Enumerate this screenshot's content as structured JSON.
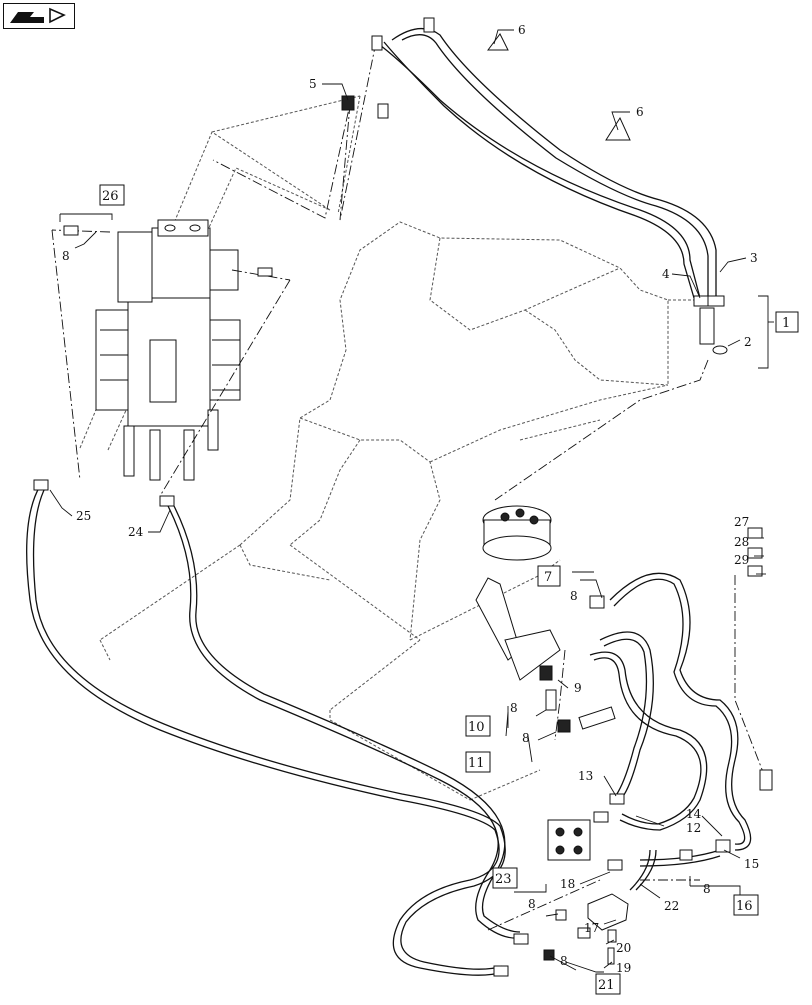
{
  "nav": {
    "icon": "page-arrow-icon"
  },
  "callouts": {
    "c1": "1",
    "c2": "2",
    "c3": "3",
    "c4": "4",
    "c5": "5",
    "c6a": "6",
    "c6b": "6",
    "c7": "7",
    "c8_26": "8",
    "c8_7": "8",
    "c8_10": "8",
    "c8_11": "8",
    "c8_23": "8",
    "c8_16": "8",
    "c8_21": "8",
    "c9": "9",
    "c10": "10",
    "c11": "11",
    "c12": "12",
    "c13": "13",
    "c14": "14",
    "c15": "15",
    "c16": "16",
    "c17": "17",
    "c18": "18",
    "c19": "19",
    "c20": "20",
    "c21": "21",
    "c22": "22",
    "c23": "23",
    "c24": "24",
    "c25": "25",
    "c26": "26",
    "c27": "27",
    "c28": "28",
    "c29": "29"
  }
}
